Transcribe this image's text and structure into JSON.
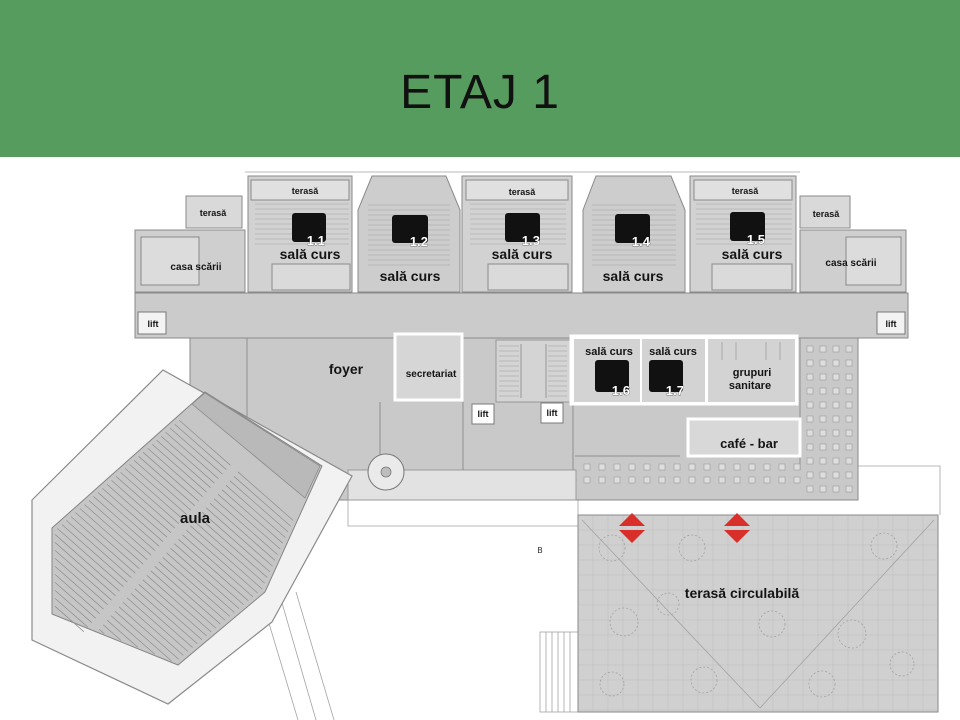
{
  "title": "ETAJ 1",
  "colors": {
    "header_green": "#579c5f",
    "plan_gray": "#cbcbcb",
    "room_marker": "#111111",
    "access_marker_red": "#d92f2a"
  },
  "icons": {
    "room_marker": "room-number-marker",
    "vertical_access": "up-down-arrow-icon"
  },
  "plan": {
    "lecture_rooms": [
      {
        "label": "sală curs",
        "number": "1.1"
      },
      {
        "label": "sală curs",
        "number": "1.2"
      },
      {
        "label": "sală curs",
        "number": "1.3"
      },
      {
        "label": "sală curs",
        "number": "1.4"
      },
      {
        "label": "sală curs",
        "number": "1.5"
      },
      {
        "label": "sală curs",
        "number": "1.6"
      },
      {
        "label": "sală curs",
        "number": "1.7"
      }
    ],
    "terraces": [
      "terasă",
      "terasă",
      "terasă",
      "terasă",
      "terasă"
    ],
    "stairwells": [
      "casa scării",
      "casa scării"
    ],
    "lifts": [
      "lift",
      "lift",
      "lift",
      "lift"
    ],
    "foyer": "foyer",
    "secretariat": "secretariat",
    "restrooms": [
      "grupuri",
      "sanitare"
    ],
    "cafe_bar": "café - bar",
    "aula": "aula",
    "walkable_terrace": "terasă circulabilă",
    "section_marker": "B"
  }
}
